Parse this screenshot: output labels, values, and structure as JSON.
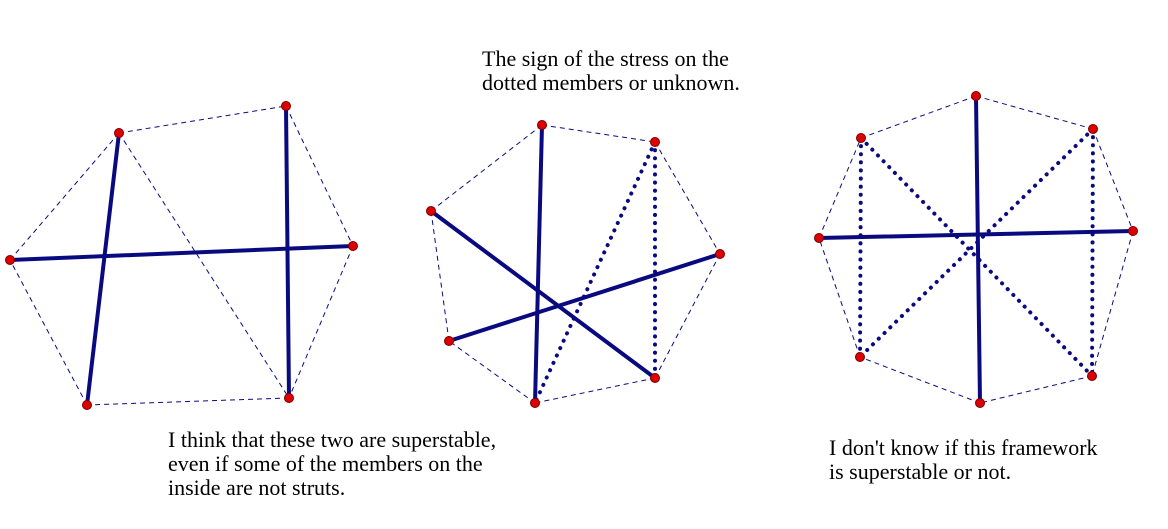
{
  "captions": {
    "stress_note": "The sign of the stress on the\ndotted members or unknown.",
    "superstable_note": "I think that these two are superstable,\neven if some of  the members on the\ninside are not struts.",
    "unknown_note": "I don't know if this framework\nis superstable or not."
  },
  "colors": {
    "member": "#0a0a80",
    "vertex_fill": "#dd0000",
    "vertex_stroke": "#7a0000",
    "text": "#000000",
    "background": "#ffffff"
  },
  "frameworks": [
    {
      "name": "hexagon-framework",
      "vertex_count": 6,
      "edge_styles": {
        "boundary": "dashed",
        "strut": "solid",
        "unknown": "none"
      }
    },
    {
      "name": "heptagon-framework",
      "vertex_count": 7,
      "edge_styles": {
        "boundary": "dashed",
        "strut": "solid",
        "unknown": "dotted"
      }
    },
    {
      "name": "octagon-framework",
      "vertex_count": 8,
      "edge_styles": {
        "boundary": "dashed",
        "strut": "solid",
        "unknown": "dotted"
      }
    }
  ]
}
